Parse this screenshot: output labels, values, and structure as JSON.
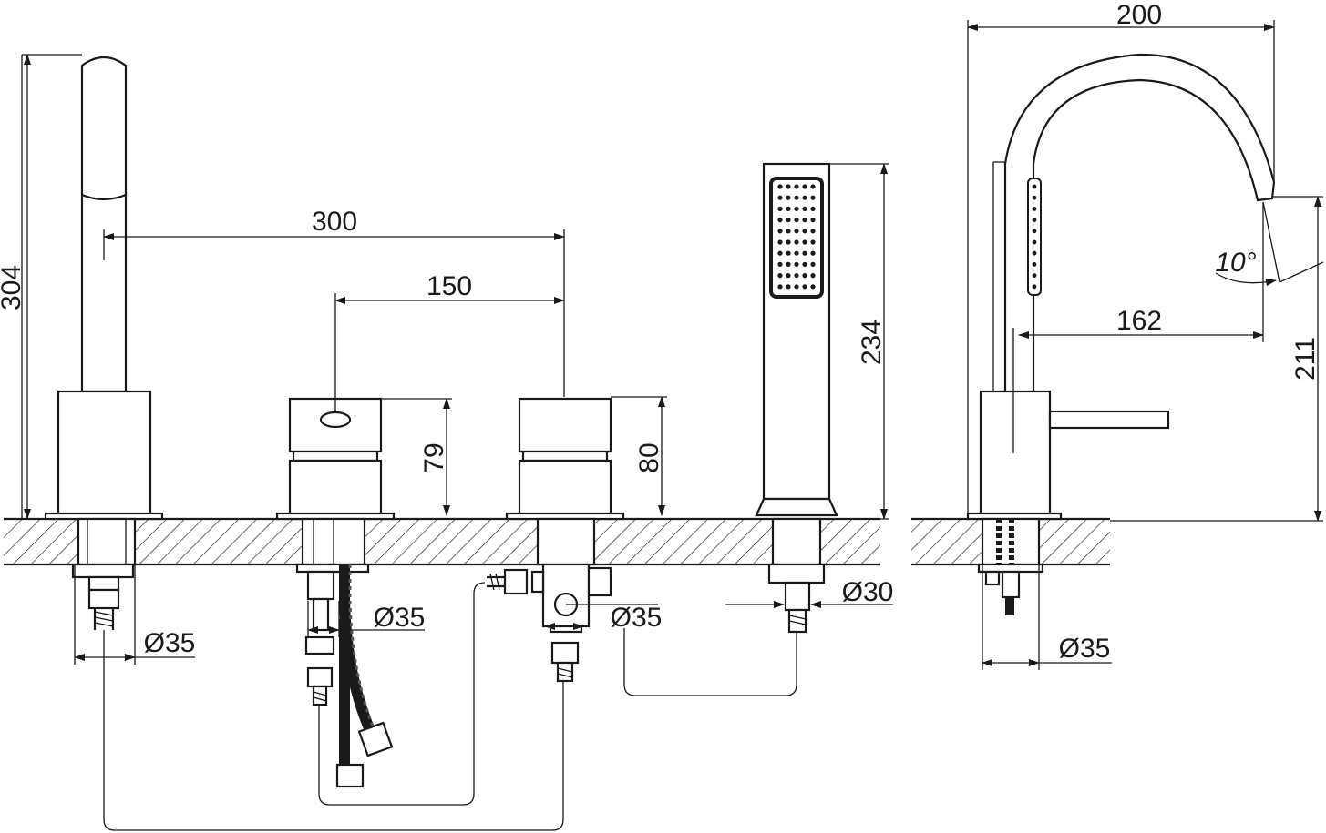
{
  "dimensions": {
    "spout_height": "304",
    "spacing_300": "300",
    "spacing_150": "150",
    "handle_height_79": "79",
    "handle_height_80": "80",
    "handset_height": "234",
    "side_reach": "200",
    "side_spout_reach": "162",
    "side_height": "211",
    "spout_angle": "10°",
    "hole_dia_spout": "Ø35",
    "hole_dia_left_valve": "Ø35",
    "hole_dia_right_valve": "Ø35",
    "hole_dia_handset": "Ø30",
    "hole_dia_side": "Ø35"
  }
}
